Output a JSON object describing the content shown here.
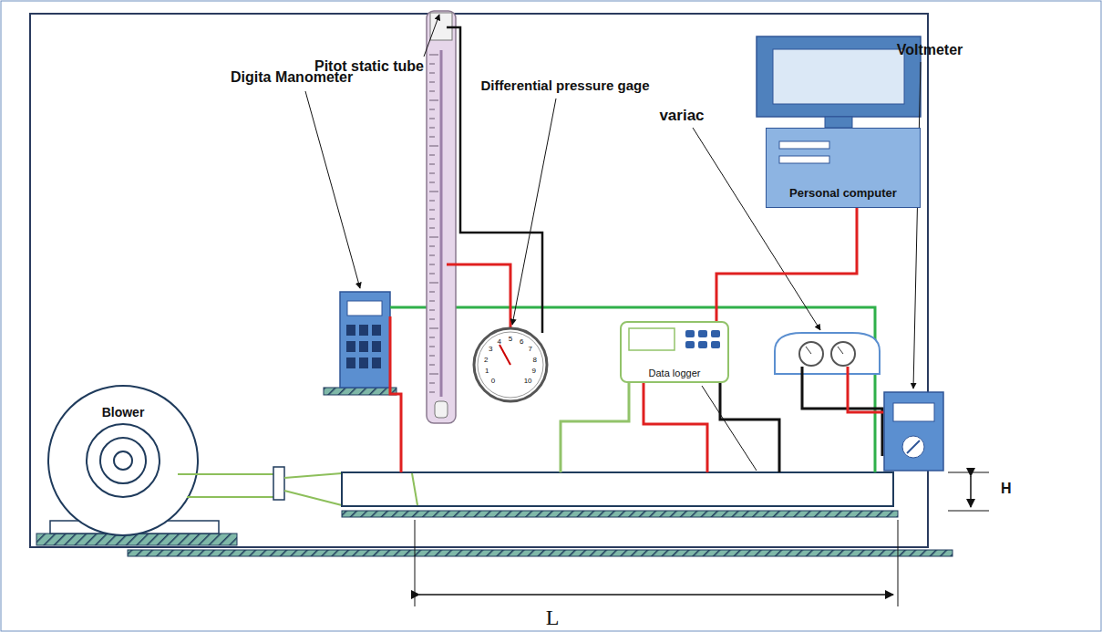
{
  "diagram": {
    "nodes": [
      {
        "text": [
          "Blower"
        ]
      },
      {
        "text": [
          "Data logger"
        ]
      },
      {
        "text": [
          "Personal computer"
        ]
      }
    ],
    "edges": [
      {
        "from": 1,
        "to": 2,
        "arrow": "none"
      }
    ],
    "labels": [
      "Pitot static tube",
      "Differential pressure gage",
      "Digita Manometer",
      "variac",
      "Voltmeter",
      "H",
      "L",
      "0",
      "1",
      "2",
      "3",
      "4",
      "5",
      "6",
      "7",
      "8",
      "9",
      "10"
    ]
  }
}
